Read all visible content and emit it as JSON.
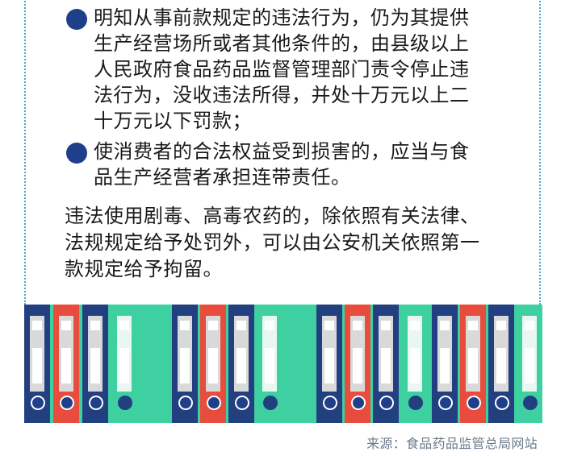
{
  "bullets": [
    {
      "lines": [
        "明知从事前款规定的违法行为，仍为其提供",
        "生产经营场所或者其他条件的，由县级以上",
        "人民政府食品药品监督管理部门责令停止违",
        "法行为，没收违法所得，并处十万元以上二",
        "十万元以下罚款；"
      ]
    },
    {
      "lines": [
        "使消费者的合法权益受到损害的，应当与食",
        "品生产经营者承担连带责任。"
      ]
    }
  ],
  "paragraph": {
    "lines": [
      "违法使用剧毒、高毒农药的，除依照有关法律、",
      "法规规定给予处罚外，可以由公安机关依照第一",
      "款规定给予拘留。"
    ]
  },
  "source": "来源：食品药品监管总局网站",
  "colors": {
    "bullet": "#1f3f8a",
    "binder_navy": "#223f7f",
    "binder_red": "#e74c3c",
    "binder_teal": "#3ed0a0",
    "border": "#4aa3d9"
  }
}
